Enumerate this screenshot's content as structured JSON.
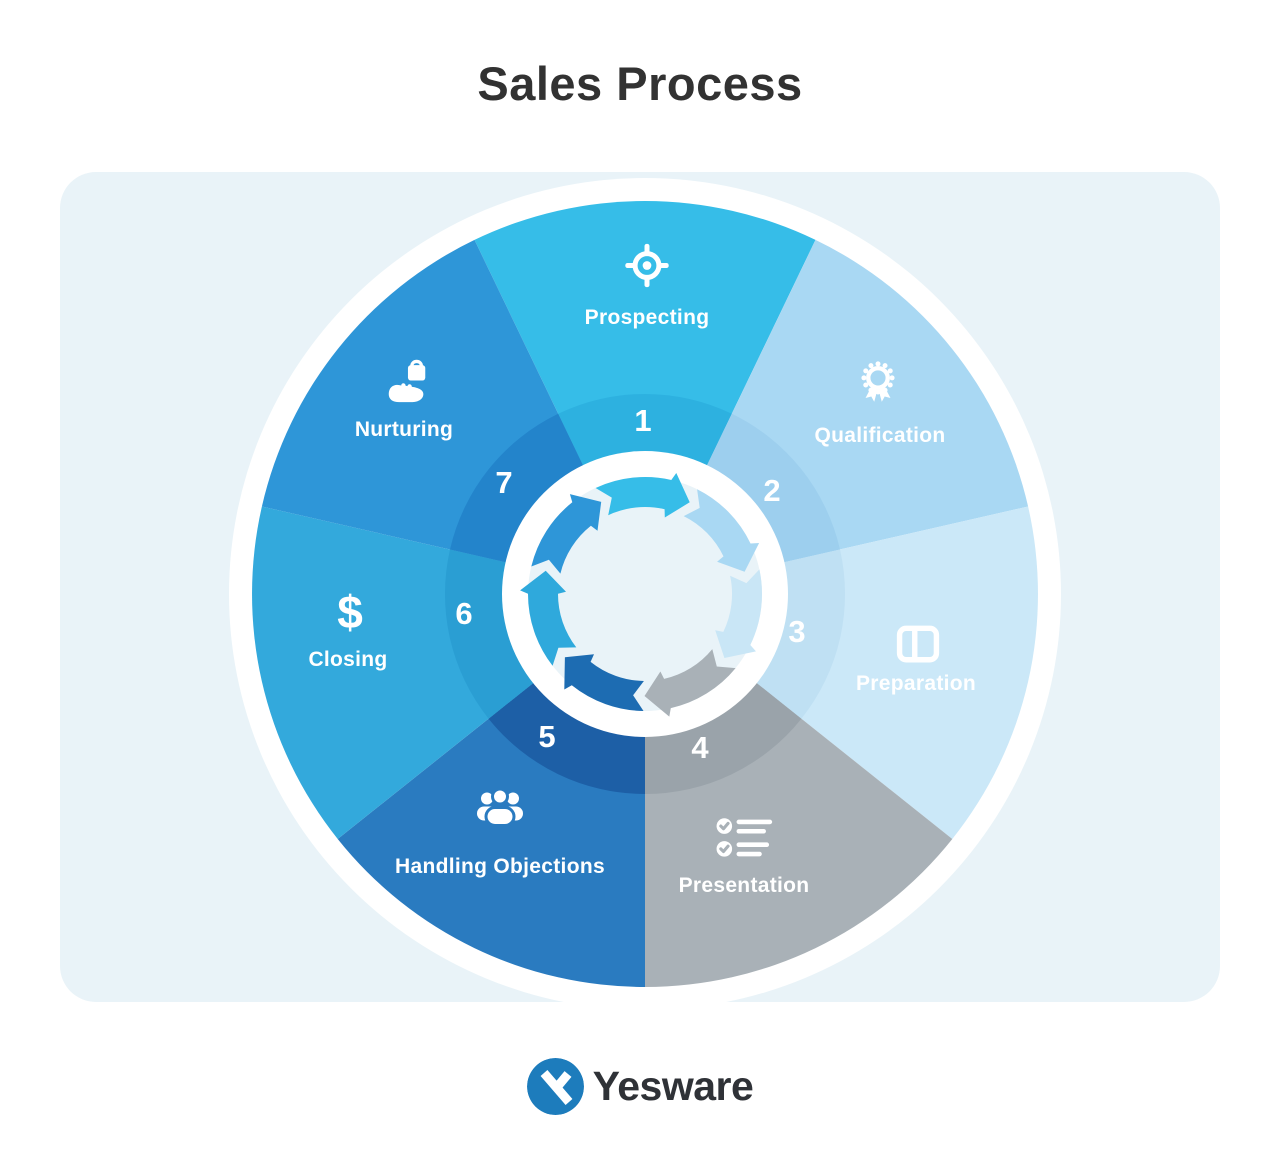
{
  "title": "Sales Process",
  "panel": {
    "bg": "#E9F3F8"
  },
  "wheel": {
    "ring_color": "#FFFFFF",
    "hub_color": "#E9F3F8",
    "segments": [
      {
        "number": "1",
        "label": "Prospecting",
        "icon": "target-icon",
        "outer": "#36BDE8",
        "inner": "#2DB1E0",
        "arrow": "#36BDE8"
      },
      {
        "number": "2",
        "label": "Qualification",
        "icon": "award-ribbon-icon",
        "outer": "#A9D8F3",
        "inner": "#9DCFEE",
        "arrow": "#A9D8F3"
      },
      {
        "number": "3",
        "label": "Preparation",
        "icon": "columns-icon",
        "outer": "#CBE8F8",
        "inner": "#BFE0F3",
        "arrow": "#C9E6F6"
      },
      {
        "number": "4",
        "label": "Presentation",
        "icon": "checklist-icon",
        "outer": "#A9B1B7",
        "inner": "#9AA3AA",
        "arrow": "#A9B1B7"
      },
      {
        "number": "5",
        "label": "Handling Objections",
        "icon": "users-icon",
        "outer": "#2A7BC0",
        "inner": "#1D5FA6",
        "arrow": "#1D6CB2"
      },
      {
        "number": "6",
        "label": "Closing",
        "icon": "dollar-icon",
        "outer": "#33A9DC",
        "inner": "#2A9ED3",
        "arrow": "#2FA9DC"
      },
      {
        "number": "7",
        "label": "Nurturing",
        "icon": "hand-gift-icon",
        "outer": "#2E96D8",
        "inner": "#2384CB",
        "arrow": "#2E96D8"
      }
    ]
  },
  "logo": {
    "text": "Yesware",
    "mark": "Y",
    "circle_color": "#1D7CBC",
    "text_color": "#2F3237"
  }
}
